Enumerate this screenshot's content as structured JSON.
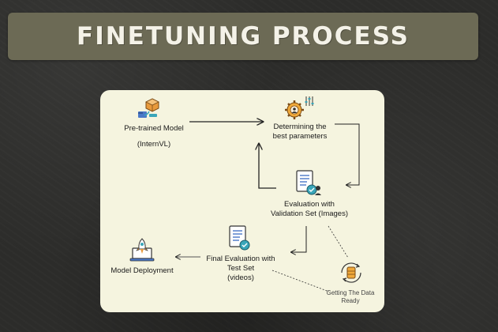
{
  "title": "FINETUNING PROCESS",
  "nodes": {
    "pretrained": {
      "line1": "Pre-trained Model",
      "line2": "(InternVL)",
      "icon": "robot-cube-icon"
    },
    "params": {
      "line1": "Determining the",
      "line2": "best parameters",
      "icon": "gear-sliders-icon"
    },
    "validation": {
      "line1": "Evaluation with",
      "line2": "Validation Set (Images)",
      "icon": "checked-document-icon"
    },
    "final_eval": {
      "line1": "Final Evaluation with",
      "line2": "Test Set",
      "line3": "(videos)",
      "icon": "checked-document-icon"
    },
    "deployment": {
      "line1": "Model Deployment",
      "icon": "rocket-laptop-icon"
    },
    "data_ready": {
      "line1": "Getting The Data",
      "line2": "Ready",
      "icon": "database-cycle-icon"
    }
  },
  "colors": {
    "background": "#2c2c2a",
    "banner": "#6c6a55",
    "panel": "#f5f4df",
    "accent_orange": "#e89a3c",
    "accent_teal": "#3aa6b9",
    "accent_blue": "#4a78c8"
  }
}
